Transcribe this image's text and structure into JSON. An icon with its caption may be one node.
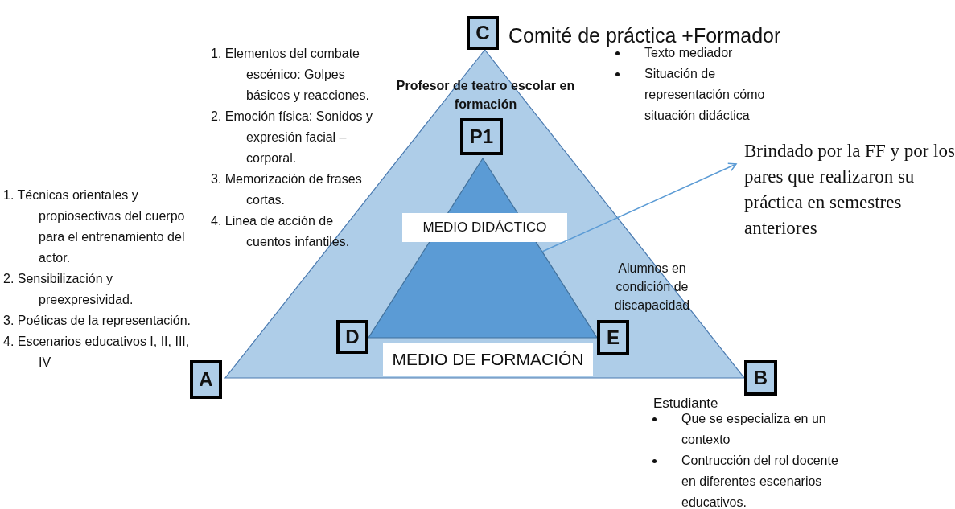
{
  "diagram": {
    "nodes": [
      {
        "text": [],
        "shape": "triangle"
      },
      {
        "text": [],
        "shape": "triangle",
        "in": 0
      },
      {
        "text": [
          "MEDIO DIDÁCTICO"
        ],
        "in": 1
      },
      {
        "text": [
          "MEDIO DE FORMACIÓN"
        ],
        "in": 0
      },
      {
        "text": [
          "C"
        ],
        "beside": [
          "Comité de práctica +Formador"
        ]
      },
      {
        "text": [
          "P1"
        ],
        "in": 0,
        "beside": [
          "Profesor de teatro escolar en formación"
        ]
      },
      {
        "text": [
          "D"
        ],
        "in": 0
      },
      {
        "text": [
          "E"
        ],
        "in": 0,
        "beside": [
          "Alumnos en condición de discapacidad"
        ]
      },
      {
        "text": [
          "A"
        ]
      },
      {
        "text": [
          "B"
        ],
        "beside": [
          "Estudiante"
        ]
      },
      {
        "text": [
          "Brindado por la FF y por los pares que realizaron su práctica en semestres anteriores"
        ]
      }
    ],
    "edges": [
      {
        "from": 1,
        "to": 10,
        "arrow": "to"
      }
    ],
    "labels": [
      "1. Elementos del combate escénico: Golpes básicos y reacciones.",
      "2. Emoción física: Sonidos y expresión facial – corporal.",
      "3. Memorización de frases cortas.",
      "4. Linea de acción de cuentos infantiles.",
      "Texto mediador",
      "Situación de representación cómo situación didáctica",
      "1. Técnicas orientales y propiosectivas del cuerpo para el entrenamiento del actor.",
      "2. Sensibilización y preexpresividad.",
      "3. Poéticas de la representación.",
      "4. Escenarios educativos I, II, III, IV",
      "Que se especializa en un contexto",
      "Contrucción del rol docente en diferentes escenarios educativos."
    ]
  }
}
